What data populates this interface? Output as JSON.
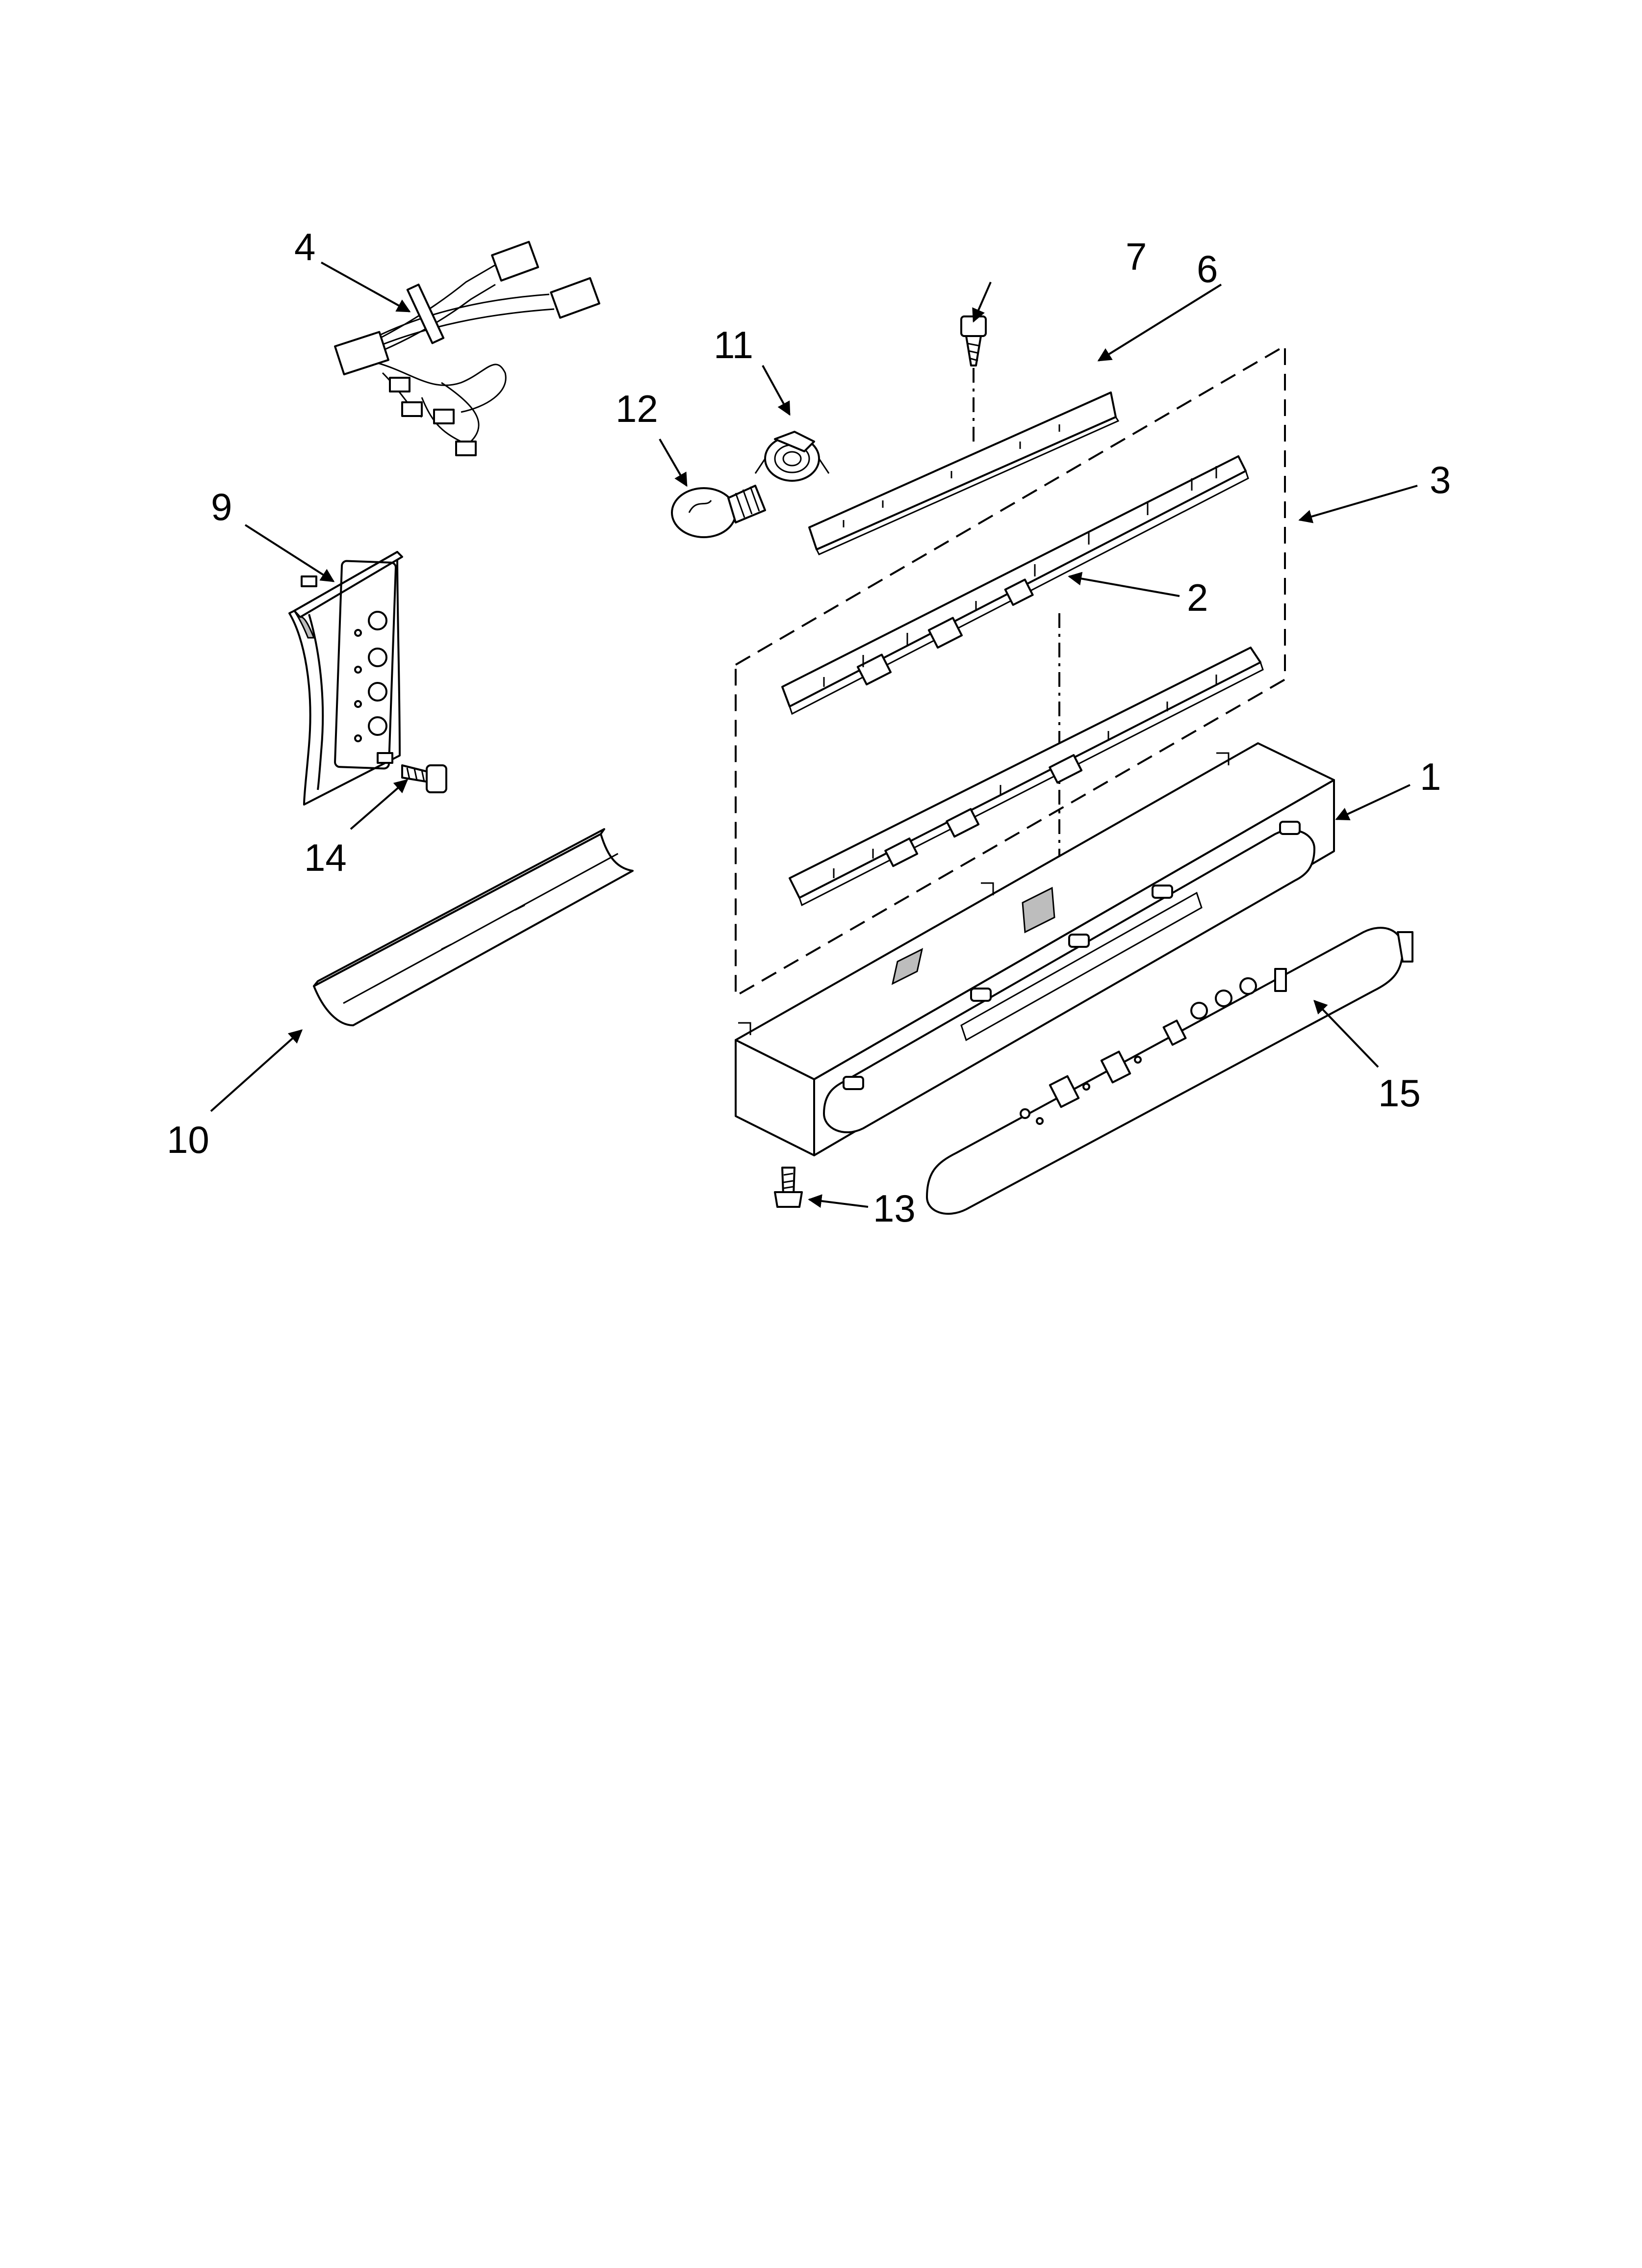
{
  "diagram": {
    "callouts": {
      "c1": "1",
      "c2": "2",
      "c3": "3",
      "c4": "4",
      "c6": "6",
      "c7": "7",
      "c9": "9",
      "c10": "10",
      "c11": "11",
      "c12": "12",
      "c13": "13",
      "c14": "14",
      "c15": "15"
    }
  }
}
